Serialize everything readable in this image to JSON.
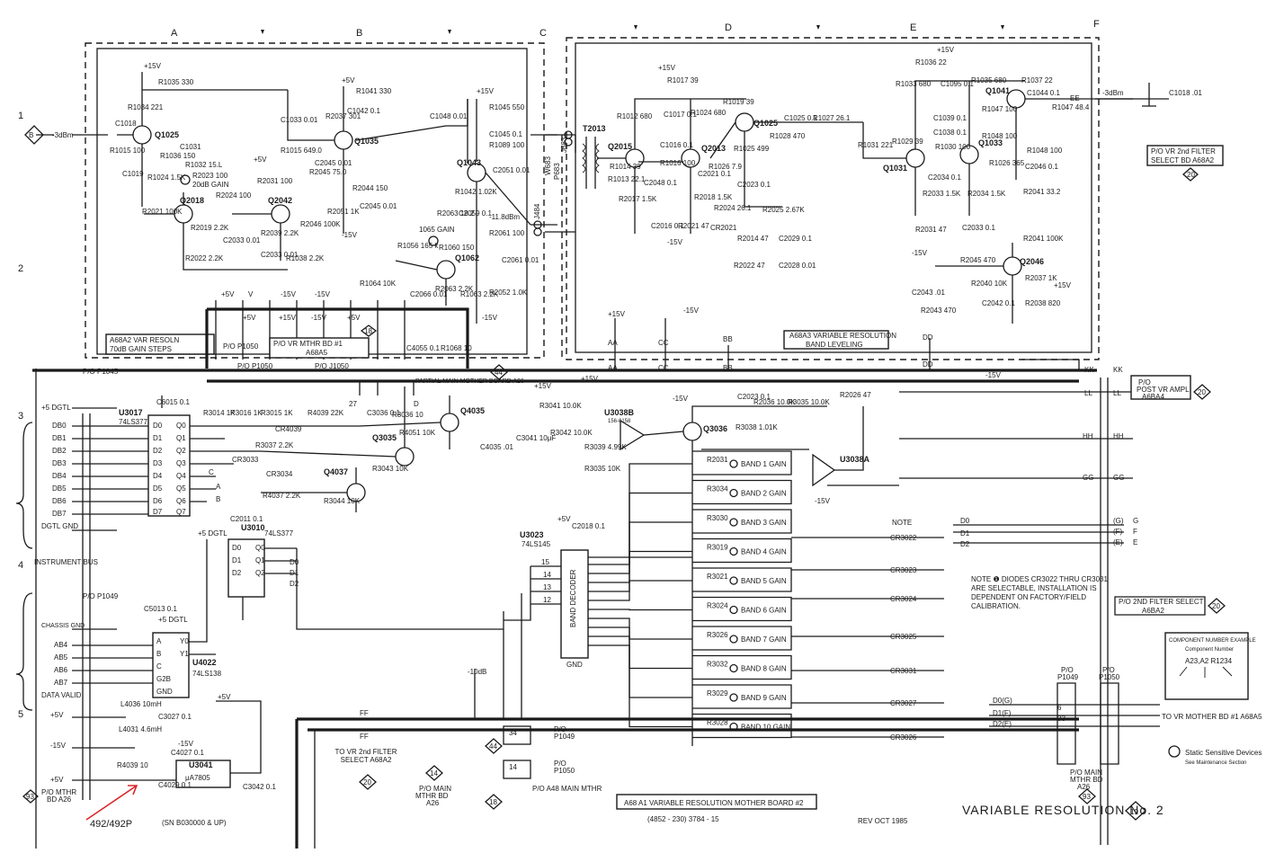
{
  "columns": [
    "A",
    "B",
    "C",
    "D",
    "E",
    "F"
  ],
  "rows": [
    "1",
    "2",
    "3",
    "4",
    "5"
  ],
  "sections": {
    "a68a2": "A68A2 VAR RESOLN 70dB GAIN STEPS",
    "a68a3": "A68A3 VARIABLE RESOLUTION BAND LEVELING",
    "a68a1": "A68 A1 VARIABLE RESOLUTION MOTHER BOARD #2",
    "po_vr_mthr_bd1": "P/O VR MTHR BD #1 A68A5",
    "po_vr_2nd_filter_top": "P/O VR 2nd FILTER SELECT BD A68A2",
    "po_post_vr_ampl": "P/O POST VR AMPL A6BA4",
    "po_2nd_filter_select": "P/O 2ND FILTER SELECT A6BA2",
    "to_vr_2nd_filter": "TO VR 2nd FILTER SELECT A68A2",
    "to_vr_mother_bd": "TO VR MOTHER BD #1 A68A5",
    "partial_main_mother": "PARTIAL MAIN MOTHER BOARD A26",
    "po_main_mthr_bd": "P/O MAIN MTHR BD A26",
    "po_mthr_bd": "P/O MTHR BD A26",
    "po_a4b": "P/O A48 MAIN MTHR",
    "instrument_bus": "INSTRUMENT BUS"
  },
  "signals": {
    "input_level": "-3dBm",
    "output_level": "-3dBm",
    "plus5_dgtl": "+5 DGTL",
    "dgtl_gnd": "DGTL GND",
    "chassis_gnd": "CHASSIS GND",
    "data_valid": "DATA VALID",
    "plus15v": "+15V",
    "minus15v": "-15V",
    "plus5v": "+5V",
    "mod_levels": "-11.8dBm"
  },
  "data_bus": [
    "DB0",
    "DB1",
    "DB2",
    "DB3",
    "DB4",
    "DB5",
    "DB6",
    "DB7"
  ],
  "address_bus": [
    "AB4",
    "AB5",
    "AB6",
    "AB7"
  ],
  "components": {
    "q1025a": "Q1025",
    "q1035": "Q1035",
    "q1043": "Q1043",
    "q2018": "Q2018",
    "q2042": "Q2042",
    "q1062": "Q1062",
    "q2015": "Q2015",
    "q2013": "Q2013",
    "q1025b": "Q1025",
    "q1041": "Q1041",
    "q1031": "Q1031",
    "q1033": "Q1033",
    "q2046": "Q2046",
    "q4035": "Q4035",
    "q3035": "Q3035",
    "q4037": "Q4037",
    "q3036": "Q3036",
    "u3017": "U3017",
    "u3017_type": "74LS377",
    "u3010": "U3010",
    "u3010_type": "74LS377",
    "u4022": "U4022",
    "u4022_type": "74LS138",
    "u3023": "U3023",
    "u3023_type": "74LS145",
    "u3038b": "U3038B",
    "u3038a": "U3038A",
    "u3038_type": "156-0158",
    "u3041": "U3041",
    "u3041_type": "μA7805",
    "band_decoder": "BAND DECODER",
    "t2013": "T2013"
  },
  "band_gains": [
    "BAND 1 GAIN",
    "BAND 2 GAIN",
    "BAND 3 GAIN",
    "BAND 4 GAIN",
    "BAND 5 GAIN",
    "BAND 6 GAIN",
    "BAND 7 GAIN",
    "BAND 8 GAIN",
    "BAND 9 GAIN",
    "BAND 10 GAIN"
  ],
  "band_resistors": [
    "R2031",
    "R3034",
    "R3030",
    "R3019",
    "R3021",
    "R3024",
    "R3026",
    "R3032",
    "R3029",
    "R3028"
  ],
  "diodes": [
    "CR3022",
    "CR3023",
    "CR3024",
    "CR3025",
    "CR3031",
    "CR3027",
    "CR3026"
  ],
  "note": {
    "label": "NOTE",
    "text": "NOTE ❶ DIODES CR3022 THRU CR3031 ARE SELECTABLE, INSTALLATION IS DEPENDENT ON FACTORY/FIELD CALIBRATION."
  },
  "component_example": {
    "title": "COMPONENT NUMBER EXAMPLE",
    "sub": "Component Number",
    "number": "A23,A2 R1234"
  },
  "static_note": {
    "line1": "Static Sensitive Devices",
    "line2": "See Maintenance Section"
  },
  "footer": {
    "model": "492/492P",
    "sn": "(SN B030000 & UP)",
    "part_no": "(4852 - 230) 3784 - 15",
    "rev": "REV OCT 1985",
    "title": "VARIABLE RESOLUTION No. 2",
    "diagram_no": "19"
  },
  "annotation_color": "#d8262b",
  "ink_color": "#1a1a1a"
}
